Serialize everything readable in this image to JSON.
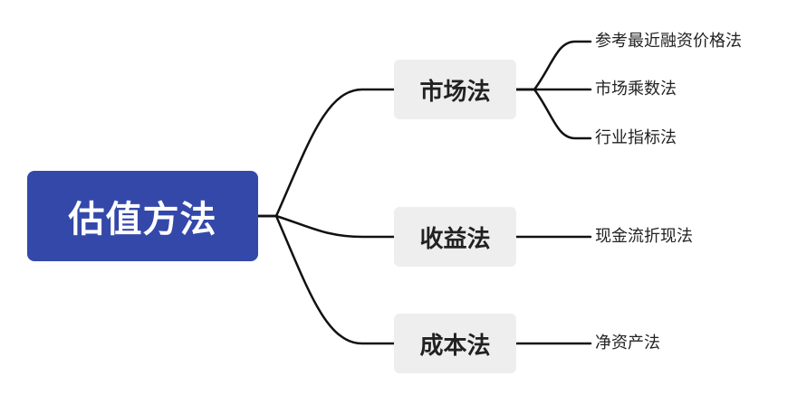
{
  "diagram": {
    "root": {
      "label": "估值方法"
    },
    "branches": [
      {
        "label": "市场法",
        "children": [
          "参考最近融资价格法",
          "市场乘数法",
          "行业指标法"
        ]
      },
      {
        "label": "收益法",
        "children": [
          "现金流折现法"
        ]
      },
      {
        "label": "成本法",
        "children": [
          "净资产法"
        ]
      }
    ],
    "colors": {
      "root_fill": "#3448aa",
      "branch_fill": "#eeeeee",
      "connector": "#111111"
    }
  }
}
